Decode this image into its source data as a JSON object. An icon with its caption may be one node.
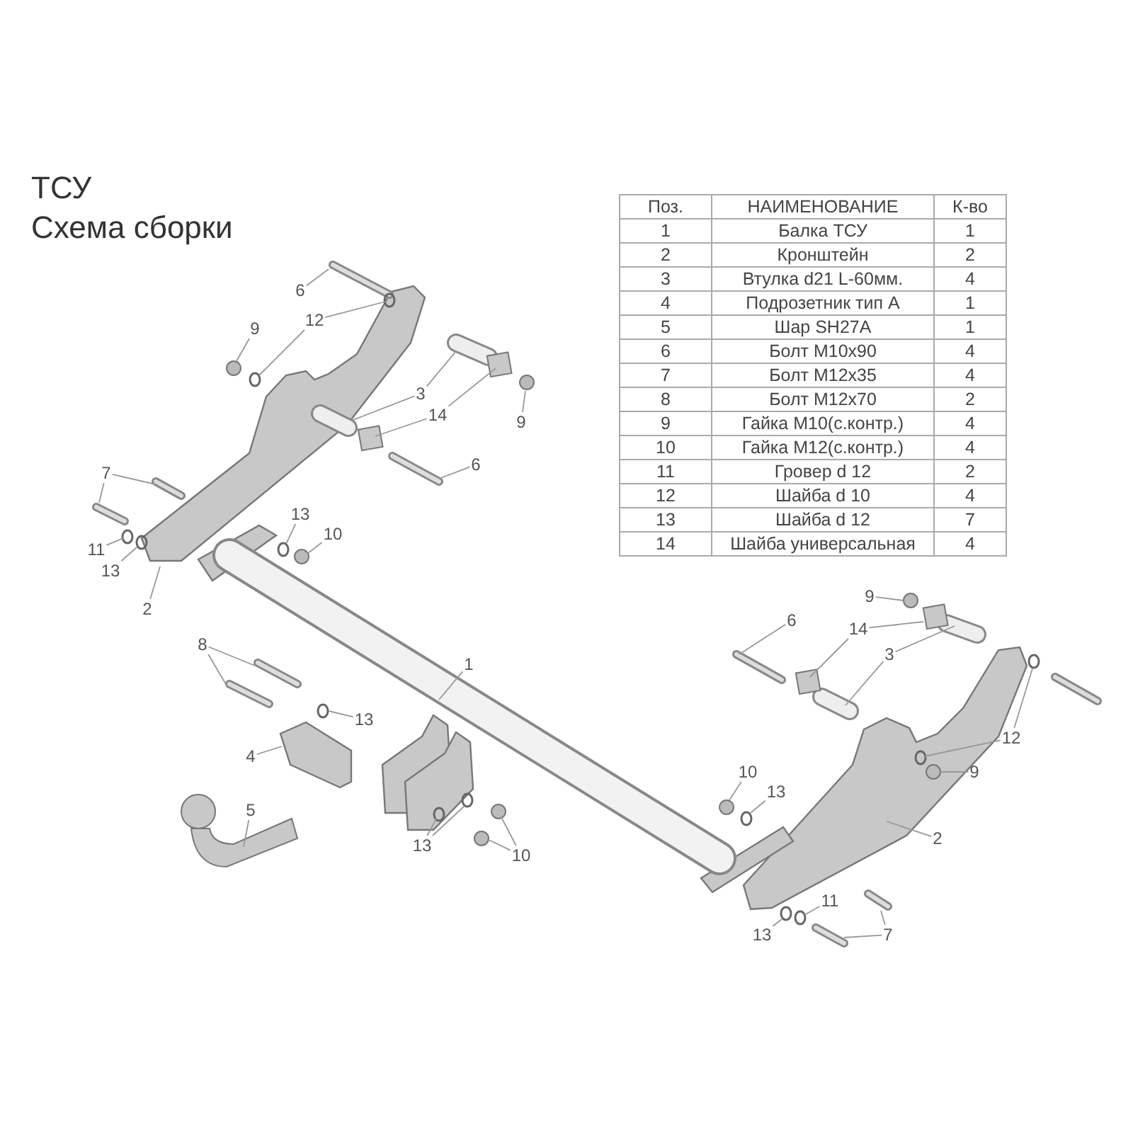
{
  "diagram": {
    "title": "ТСУ",
    "nodes": [
      {
        "text": [
          "6"
        ]
      },
      {
        "text": [
          "12"
        ]
      },
      {
        "text": [
          "9"
        ]
      },
      {
        "text": [
          "3"
        ]
      },
      {
        "text": [
          "14"
        ]
      },
      {
        "text": [
          "9"
        ]
      },
      {
        "text": [
          "7"
        ]
      },
      {
        "text": [
          "6"
        ]
      },
      {
        "text": [
          "11"
        ]
      },
      {
        "text": [
          "13"
        ]
      },
      {
        "text": [
          "2"
        ]
      },
      {
        "text": [
          "13"
        ]
      },
      {
        "text": [
          "10"
        ]
      },
      {
        "text": [
          "8"
        ]
      },
      {
        "text": [
          "1"
        ]
      },
      {
        "text": [
          "13"
        ]
      },
      {
        "text": [
          "4"
        ]
      },
      {
        "text": [
          "5"
        ]
      },
      {
        "text": [
          "13"
        ]
      },
      {
        "text": [
          "10"
        ]
      },
      {
        "text": [
          "9"
        ]
      },
      {
        "text": [
          "6"
        ]
      },
      {
        "text": [
          "14"
        ]
      },
      {
        "text": [
          "3"
        ]
      },
      {
        "text": [
          "12"
        ]
      },
      {
        "text": [
          "10"
        ]
      },
      {
        "text": [
          "13"
        ]
      },
      {
        "text": [
          "9"
        ]
      },
      {
        "text": [
          "2"
        ]
      },
      {
        "text": [
          "11"
        ]
      },
      {
        "text": [
          "13"
        ]
      },
      {
        "text": [
          "7"
        ]
      }
    ],
    "edges": [
      {
        "from": 0,
        "to": null,
        "arrow": "none"
      },
      {
        "from": 1,
        "to": null,
        "arrow": "none"
      },
      {
        "from": 1,
        "to": null,
        "arrow": "none"
      },
      {
        "from": 2,
        "to": null,
        "arrow": "none"
      },
      {
        "from": 3,
        "to": null,
        "arrow": "none"
      },
      {
        "from": 3,
        "to": null,
        "arrow": "none"
      },
      {
        "from": 4,
        "to": null,
        "arrow": "none"
      },
      {
        "from": 4,
        "to": null,
        "arrow": "none"
      },
      {
        "from": 5,
        "to": null,
        "arrow": "none"
      },
      {
        "from": 6,
        "to": null,
        "arrow": "none"
      },
      {
        "from": 6,
        "to": null,
        "arrow": "none"
      },
      {
        "from": 7,
        "to": null,
        "arrow": "none"
      },
      {
        "from": 8,
        "to": null,
        "arrow": "none"
      },
      {
        "from": 9,
        "to": null,
        "arrow": "none"
      },
      {
        "from": 10,
        "to": null,
        "arrow": "none"
      },
      {
        "from": 11,
        "to": null,
        "arrow": "none"
      },
      {
        "from": 12,
        "to": null,
        "arrow": "none"
      },
      {
        "from": 13,
        "to": null,
        "arrow": "none"
      },
      {
        "from": 13,
        "to": null,
        "arrow": "none"
      },
      {
        "from": 14,
        "to": null,
        "arrow": "none"
      },
      {
        "from": 15,
        "to": null,
        "arrow": "none"
      },
      {
        "from": 16,
        "to": null,
        "arrow": "none"
      },
      {
        "from": 17,
        "to": null,
        "arrow": "none"
      },
      {
        "from": 18,
        "to": null,
        "arrow": "none"
      },
      {
        "from": 18,
        "to": null,
        "arrow": "none"
      },
      {
        "from": 19,
        "to": null,
        "arrow": "none"
      },
      {
        "from": 19,
        "to": null,
        "arrow": "none"
      },
      {
        "from": 20,
        "to": null,
        "arrow": "none"
      },
      {
        "from": 21,
        "to": null,
        "arrow": "none"
      },
      {
        "from": 22,
        "to": null,
        "arrow": "none"
      },
      {
        "from": 22,
        "to": null,
        "arrow": "none"
      },
      {
        "from": 23,
        "to": null,
        "arrow": "none"
      },
      {
        "from": 23,
        "to": null,
        "arrow": "none"
      },
      {
        "from": 24,
        "to": null,
        "arrow": "none"
      },
      {
        "from": 24,
        "to": null,
        "arrow": "none"
      },
      {
        "from": 25,
        "to": null,
        "arrow": "none"
      },
      {
        "from": 26,
        "to": null,
        "arrow": "none"
      },
      {
        "from": 27,
        "to": null,
        "arrow": "none"
      },
      {
        "from": 28,
        "to": null,
        "arrow": "none"
      },
      {
        "from": 29,
        "to": null,
        "arrow": "none"
      },
      {
        "from": 30,
        "to": null,
        "arrow": "none"
      },
      {
        "from": 31,
        "to": null,
        "arrow": "none"
      },
      {
        "from": 31,
        "to": null,
        "arrow": "none"
      }
    ],
    "labels": [
      "Схема сборки",
      "Поз.",
      "НАИМЕНОВАНИЕ",
      "К-во",
      "1",
      "Балка ТСУ",
      "1",
      "2",
      "Кронштейн",
      "2",
      "3",
      "Втулка d21 L-60мм.",
      "4",
      "4",
      "Подрозетник тип А",
      "1",
      "5",
      "Шар SH27A",
      "1",
      "6",
      "Болт М10х90",
      "4",
      "7",
      "Болт М12х35",
      "4",
      "8",
      "Болт М12х70",
      "2",
      "9",
      "Гайка М10(с.контр.)",
      "4",
      "10",
      "Гайка М12(с.контр.)",
      "4",
      "11",
      "Гровер d 12",
      "2",
      "12",
      "Шайба d 10",
      "4",
      "13",
      "Шайба d 12",
      "7",
      "14",
      "Шайба универсальная",
      "4"
    ]
  }
}
